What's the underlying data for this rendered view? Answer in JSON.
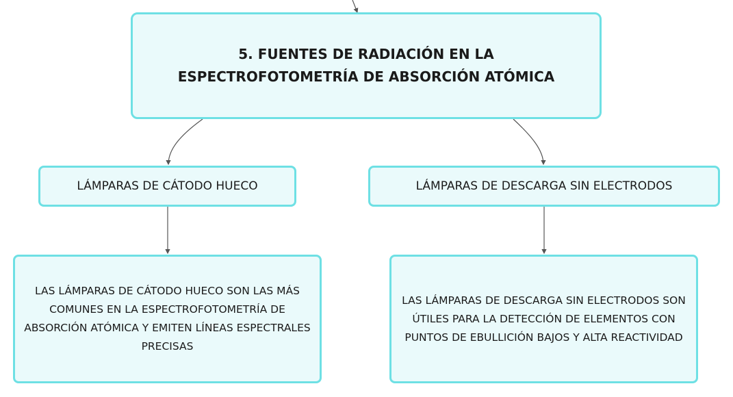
{
  "colors": {
    "node_fill": "#eafafb",
    "node_border": "#6ee0e4",
    "connector": "#555555",
    "text": "#1a1a1a"
  },
  "main_topic": {
    "title": "5. FUENTES DE RADIACIÓN EN LA ESPECTROFOTOMETRÍA DE ABSORCIÓN ATÓMICA"
  },
  "branches": [
    {
      "label": "LÁMPARAS DE CÁTODO HUECO",
      "detail": "LAS LÁMPARAS DE CÁTODO HUECO SON LAS MÁS COMUNES EN LA ESPECTROFOTOMETRÍA DE ABSORCIÓN ATÓMICA Y EMITEN LÍNEAS ESPECTRALES PRECISAS"
    },
    {
      "label": "LÁMPARAS DE DESCARGA SIN ELECTRODOS",
      "detail": "LAS LÁMPARAS DE DESCARGA SIN ELECTRODOS SON ÚTILES PARA LA DETECCIÓN DE ELEMENTOS CON PUNTOS DE EBULLICIÓN BAJOS Y ALTA REACTIVIDAD"
    }
  ]
}
